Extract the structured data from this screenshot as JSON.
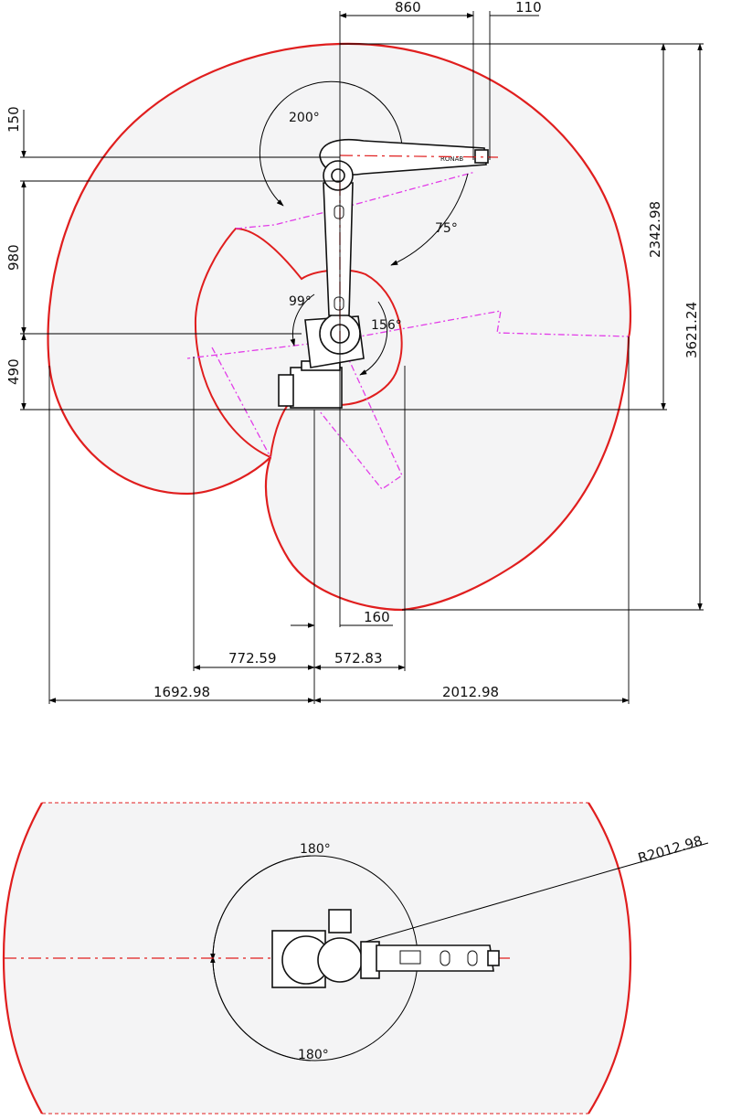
{
  "side_view": {
    "top_dims": {
      "upper_arm_offset": "860",
      "wrist_offset": "110"
    },
    "left_dims": {
      "top": "150",
      "middle": "980",
      "bottom": "490"
    },
    "right_dims": {
      "inner": "2342.98",
      "outer": "3621.24"
    },
    "bottom_dims": {
      "base_offset": "160",
      "inner_left": "772.59",
      "inner_right": "572.83",
      "outer_left": "1692.98",
      "outer_right": "2012.98"
    },
    "angles": {
      "axis4_range": "200°",
      "axis3_forward": "75°",
      "axis2_back": "99°",
      "axis2_forward": "156°"
    },
    "arm_label": "RONAB"
  },
  "top_view": {
    "rotation_top": "180°",
    "rotation_bottom": "180°",
    "radius_label": "R2012.98"
  },
  "colors": {
    "envelope_stroke": "#e01e1e",
    "envelope_fill": "#f4f4f5",
    "path_line": "#e23ce8",
    "ink": "#111111"
  }
}
